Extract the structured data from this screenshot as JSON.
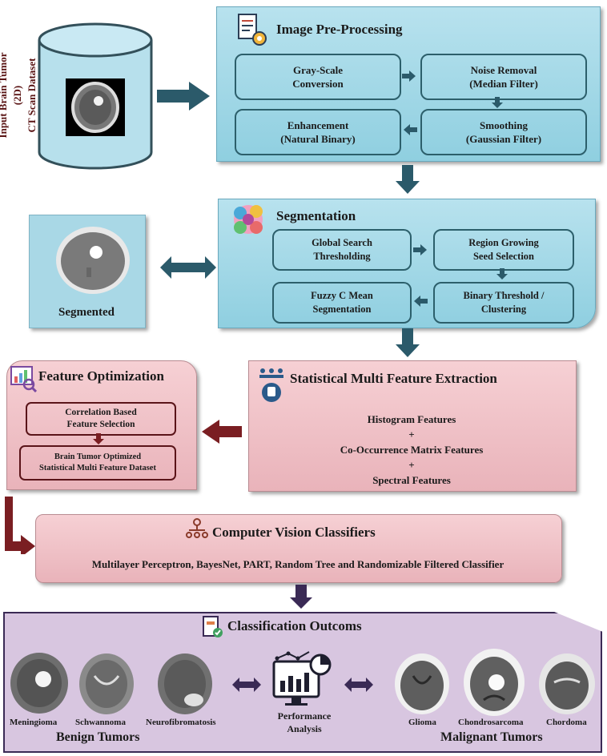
{
  "dataset": {
    "label_line1": "Input Brain Tumor (2D)",
    "label_line2": "CT Scan Dataset"
  },
  "preprocessing": {
    "title": "Image Pre-Processing",
    "steps": [
      {
        "line1": "Gray-Scale",
        "line2": "Conversion"
      },
      {
        "line1": "Noise Removal",
        "line2": "(Median Filter)"
      },
      {
        "line1": "Smoothing",
        "line2": "(Gaussian Filter)"
      },
      {
        "line1": "Enhancement",
        "line2": "(Natural Binary)"
      }
    ]
  },
  "segmented": {
    "label": "Segmented"
  },
  "segmentation": {
    "title": "Segmentation",
    "steps": [
      {
        "line1": "Global Search",
        "line2": "Thresholding"
      },
      {
        "line1": "Region Growing",
        "line2": "Seed Selection"
      },
      {
        "line1": "Binary Threshold /",
        "line2": "Clustering"
      },
      {
        "line1": "Fuzzy C Mean",
        "line2": "Segmentation"
      }
    ]
  },
  "extraction": {
    "title": "Statistical Multi Feature Extraction",
    "line1": "Histogram Features",
    "plus1": "+",
    "line2": "Co-Occurrence Matrix Features",
    "plus2": "+",
    "line3": "Spectral Features"
  },
  "optimization": {
    "title": "Feature Optimization",
    "box1": {
      "line1": "Correlation Based",
      "line2": "Feature Selection"
    },
    "box2": {
      "line1": "Brain Tumor Optimized",
      "line2": "Statistical Multi Feature Dataset"
    }
  },
  "classifiers": {
    "title": "Computer Vision Classifiers",
    "list": "Multilayer Perceptron, BayesNet, PART, Random Tree and Randomizable Filtered Classifier"
  },
  "outcomes": {
    "title": "Classification Outcoms",
    "benign": [
      "Meningioma",
      "Schwannoma",
      "Neurofibromatosis"
    ],
    "benign_label": "Benign Tumors",
    "performance": {
      "line1": "Performance",
      "line2": "Analysis"
    },
    "malignant": [
      "Glioma",
      "Chondrosarcoma",
      "Chordoma"
    ],
    "malignant_label": "Malignant Tumors"
  },
  "colors": {
    "blue_arrow": "#2b5a6a",
    "maroon_arrow": "#7a1e22",
    "purple": "#3a2a55"
  }
}
